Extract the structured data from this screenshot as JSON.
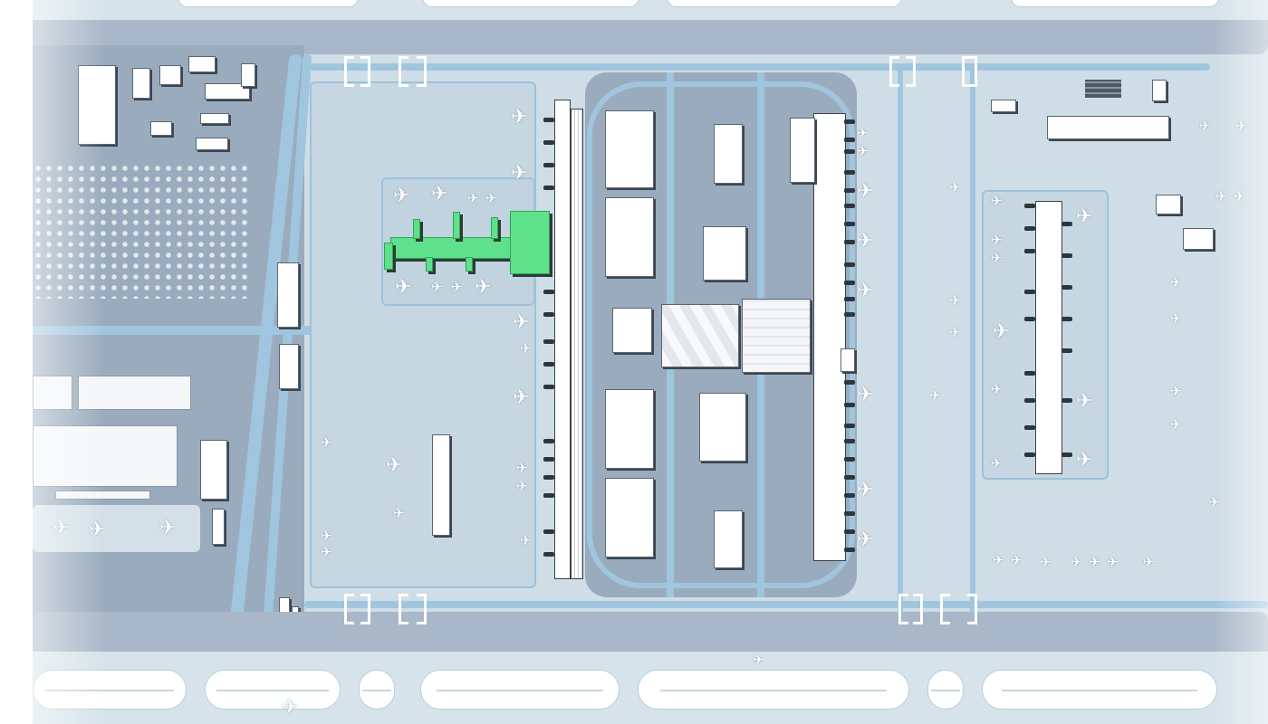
{
  "map": {
    "title": "",
    "type": "airport-site-plan",
    "colors": {
      "background": "#cfdde6",
      "airside_apron": "#c6d7e2",
      "taxiway_band": "#d6e3ea",
      "landside_ground": "#9aabbd",
      "roads": "#9fc6de",
      "buildings": "#ffffff",
      "building_outline": "#3a4048",
      "highlighted_satellite": "#5fe08a",
      "runway": "#ffffff"
    },
    "features": {
      "runways_north": 4,
      "runways_south": 4,
      "highlighted_element": "west satellite concourse (green)",
      "main_terminal_roof": "central terminal with folded-plate roof",
      "east_concourse": "linear pier with contact gates",
      "far_east_satellite": "remote satellite concourse"
    },
    "labels": []
  }
}
